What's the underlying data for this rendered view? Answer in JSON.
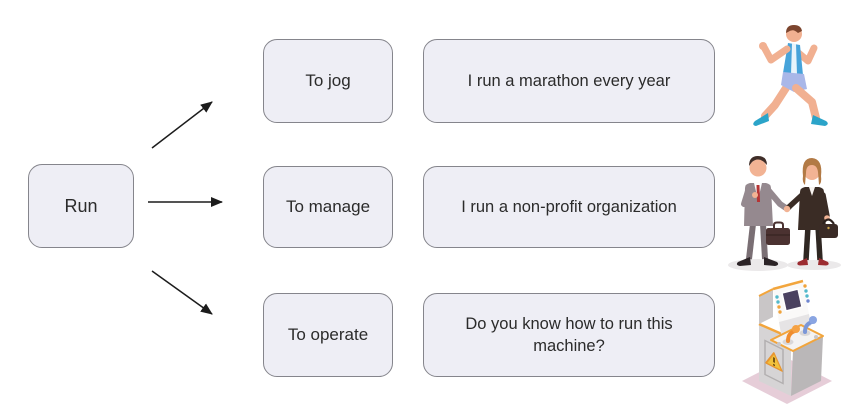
{
  "diagram": {
    "root_label": "Run",
    "rows": [
      {
        "meaning": "To jog",
        "example": "I run a marathon every year",
        "illustration": "running-man"
      },
      {
        "meaning": "To manage",
        "example": "I run a non-profit organization",
        "illustration": "business-handshake"
      },
      {
        "meaning": "To operate",
        "example": "Do you know how to run this machine?",
        "illustration": "control-machine"
      }
    ],
    "colors": {
      "box_fill": "#eeeef5",
      "box_border": "#85858c",
      "text": "#2b2b2b",
      "arrow": "#1c1c1c",
      "runner_shirt": "#47a3da",
      "runner_shorts": "#a9b7e8",
      "runner_shoes": "#2ba4c9",
      "suit_gray": "#95898f",
      "suit_brown": "#3a2c25",
      "tie_red": "#b73434",
      "machine_trim_orange": "#f2a53c",
      "machine_screen": "#4b4260",
      "machine_floor_pink": "#e6cdd8",
      "warning_yellow": "#f1c13b"
    }
  }
}
